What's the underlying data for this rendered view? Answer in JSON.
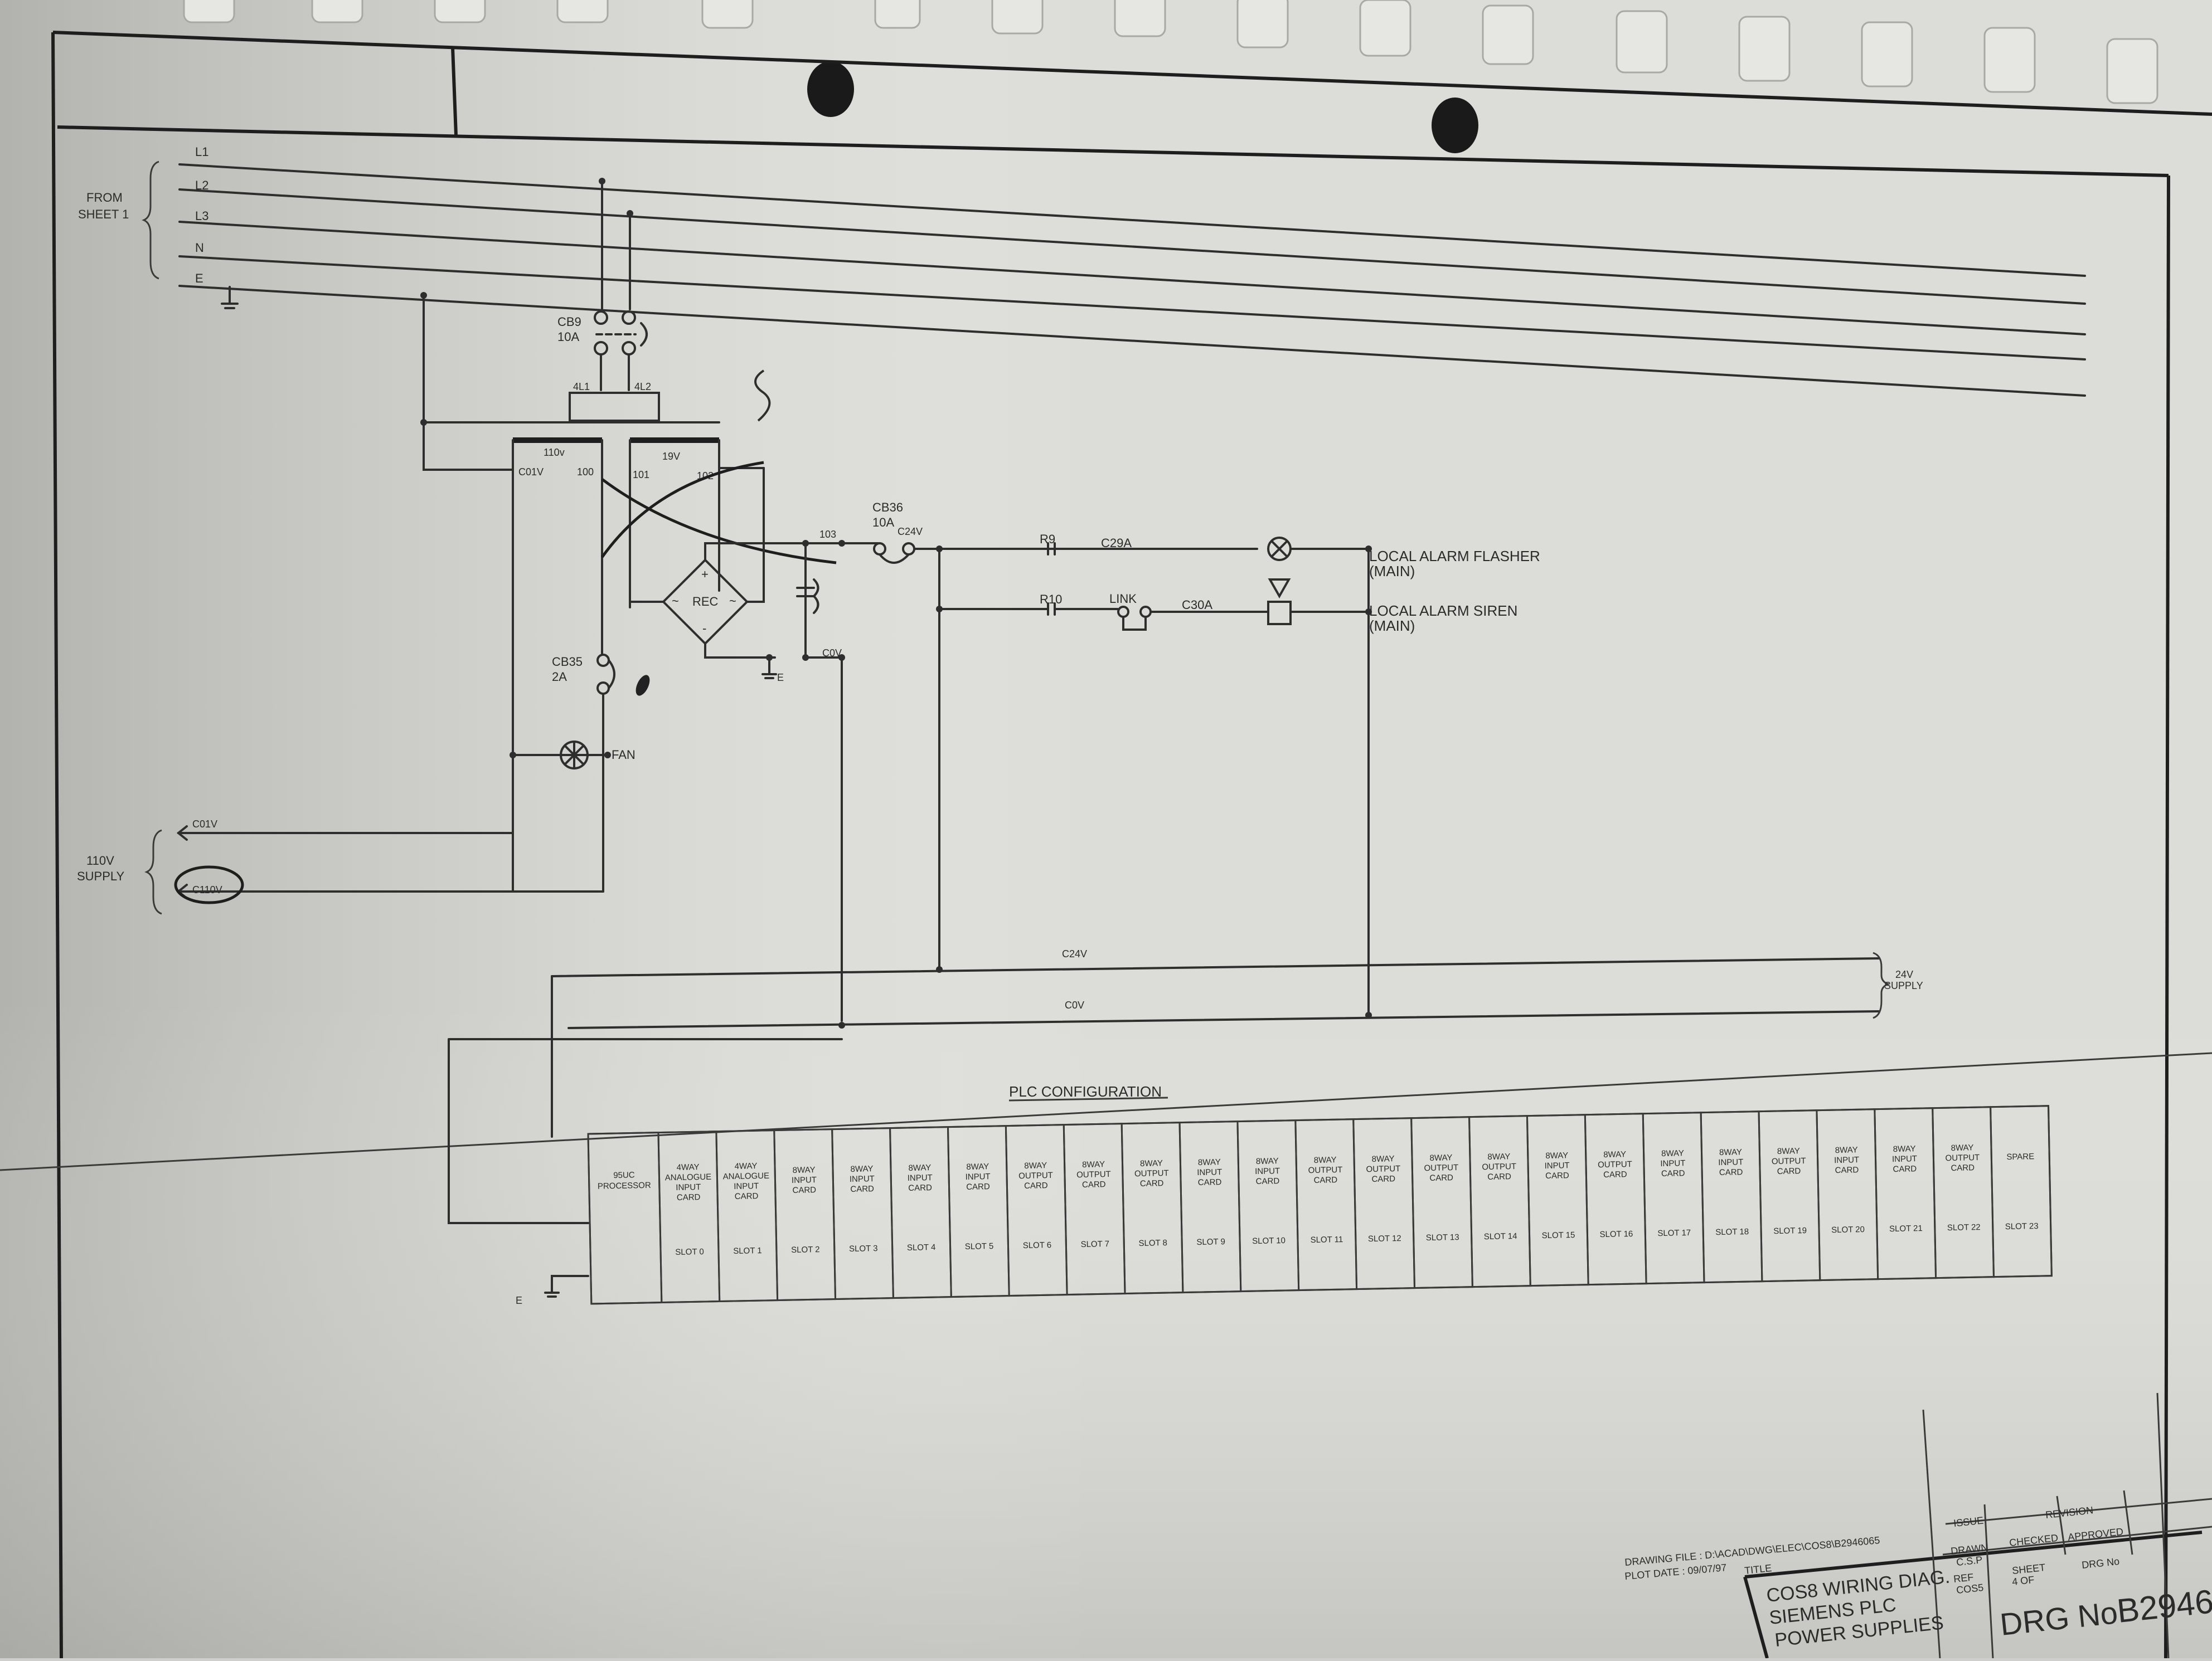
{
  "supply_in": {
    "from_label": [
      "FROM",
      "SHEET 1"
    ],
    "lines": [
      "L1",
      "L2",
      "L3",
      "N",
      "E"
    ]
  },
  "breakers": {
    "cb9": [
      "CB9",
      "10A"
    ],
    "cb9_terms": [
      "4L1",
      "4L2"
    ],
    "cb36": [
      "CB36",
      "10A"
    ],
    "cb35": [
      "CB35",
      "2A"
    ]
  },
  "transformer": {
    "primary": "110v",
    "secondary": "19V",
    "terms": [
      "C01V",
      "100",
      "101",
      "102"
    ]
  },
  "rectifier": {
    "label": "REC",
    "plus": "+",
    "minus": "-",
    "ac": "~"
  },
  "wires": {
    "w103": "103",
    "c24v": "C24V",
    "c0v": "C0V",
    "c29a": "C29A",
    "c30a": "C30A",
    "r9": "R9",
    "r10": "R10",
    "link": "LINK",
    "earth": "E",
    "fan": "FAN"
  },
  "alarms": {
    "flasher": [
      "LOCAL ALARM FLASHER",
      "(MAIN)"
    ],
    "siren": [
      "LOCAL ALARM SIREN",
      "(MAIN)"
    ]
  },
  "supply_110": {
    "label": [
      "110V",
      "SUPPLY"
    ],
    "c01v": "C01V",
    "c110v": "C110V"
  },
  "supply_24": {
    "label": [
      "24V",
      "SUPPLY"
    ],
    "c24v": "C24V",
    "c0v": "C0V"
  },
  "plc": {
    "title": "PLC CONFIGURATION",
    "processor": [
      "95UC",
      "PROCESSOR"
    ],
    "slots": [
      {
        "card": [
          "4WAY",
          "ANALOGUE",
          "INPUT",
          "CARD"
        ],
        "slot": "SLOT 0"
      },
      {
        "card": [
          "4WAY",
          "ANALOGUE",
          "INPUT",
          "CARD"
        ],
        "slot": "SLOT 1"
      },
      {
        "card": [
          "8WAY",
          "INPUT",
          "CARD"
        ],
        "slot": "SLOT 2"
      },
      {
        "card": [
          "8WAY",
          "INPUT",
          "CARD"
        ],
        "slot": "SLOT 3"
      },
      {
        "card": [
          "8WAY",
          "INPUT",
          "CARD"
        ],
        "slot": "SLOT 4"
      },
      {
        "card": [
          "8WAY",
          "INPUT",
          "CARD"
        ],
        "slot": "SLOT 5"
      },
      {
        "card": [
          "8WAY",
          "OUTPUT",
          "CARD"
        ],
        "slot": "SLOT 6"
      },
      {
        "card": [
          "8WAY",
          "OUTPUT",
          "CARD"
        ],
        "slot": "SLOT 7"
      },
      {
        "card": [
          "8WAY",
          "OUTPUT",
          "CARD"
        ],
        "slot": "SLOT 8"
      },
      {
        "card": [
          "8WAY",
          "INPUT",
          "CARD"
        ],
        "slot": "SLOT 9"
      },
      {
        "card": [
          "8WAY",
          "INPUT",
          "CARD"
        ],
        "slot": "SLOT 10"
      },
      {
        "card": [
          "8WAY",
          "OUTPUT",
          "CARD"
        ],
        "slot": "SLOT 11"
      },
      {
        "card": [
          "8WAY",
          "OUTPUT",
          "CARD"
        ],
        "slot": "SLOT 12"
      },
      {
        "card": [
          "8WAY",
          "OUTPUT",
          "CARD"
        ],
        "slot": "SLOT 13"
      },
      {
        "card": [
          "8WAY",
          "OUTPUT",
          "CARD"
        ],
        "slot": "SLOT 14"
      },
      {
        "card": [
          "8WAY",
          "INPUT",
          "CARD"
        ],
        "slot": "SLOT 15"
      },
      {
        "card": [
          "8WAY",
          "OUTPUT",
          "CARD"
        ],
        "slot": "SLOT 16"
      },
      {
        "card": [
          "8WAY",
          "INPUT",
          "CARD"
        ],
        "slot": "SLOT 17"
      },
      {
        "card": [
          "8WAY",
          "INPUT",
          "CARD"
        ],
        "slot": "SLOT 18"
      },
      {
        "card": [
          "8WAY",
          "OUTPUT",
          "CARD"
        ],
        "slot": "SLOT 19"
      },
      {
        "card": [
          "8WAY",
          "INPUT",
          "CARD"
        ],
        "slot": "SLOT 20"
      },
      {
        "card": [
          "8WAY",
          "INPUT",
          "CARD"
        ],
        "slot": "SLOT 21"
      },
      {
        "card": [
          "8WAY",
          "OUTPUT",
          "CARD"
        ],
        "slot": "SLOT 22"
      },
      {
        "card": [
          "SPARE"
        ],
        "slot": "SLOT 23"
      }
    ],
    "earth": "E"
  },
  "title_block": {
    "drawing_file": "DRAWING FILE : D:\\ACAD\\DWG\\ELEC\\COS8\\B2946065",
    "plot_date": "PLOT DATE    : 09/07/97",
    "title_label": "TITLE",
    "title_lines": [
      "COS8 WIRING DIAG.",
      "SIEMENS PLC",
      "POWER SUPPLIES"
    ],
    "issue": "ISSUE",
    "revision": "REVISION",
    "drawn": "DRAWN",
    "drawn_by": "C.S.P",
    "checked": "CHECKED",
    "approved": "APPROVED",
    "ref": "REF",
    "ref_val": "COS5",
    "sheet": "SHEET",
    "sheet_val": "4 OF",
    "drg_no": "DRG No",
    "drg_no_label": "DRG No",
    "drg_no_val": "B2946"
  }
}
